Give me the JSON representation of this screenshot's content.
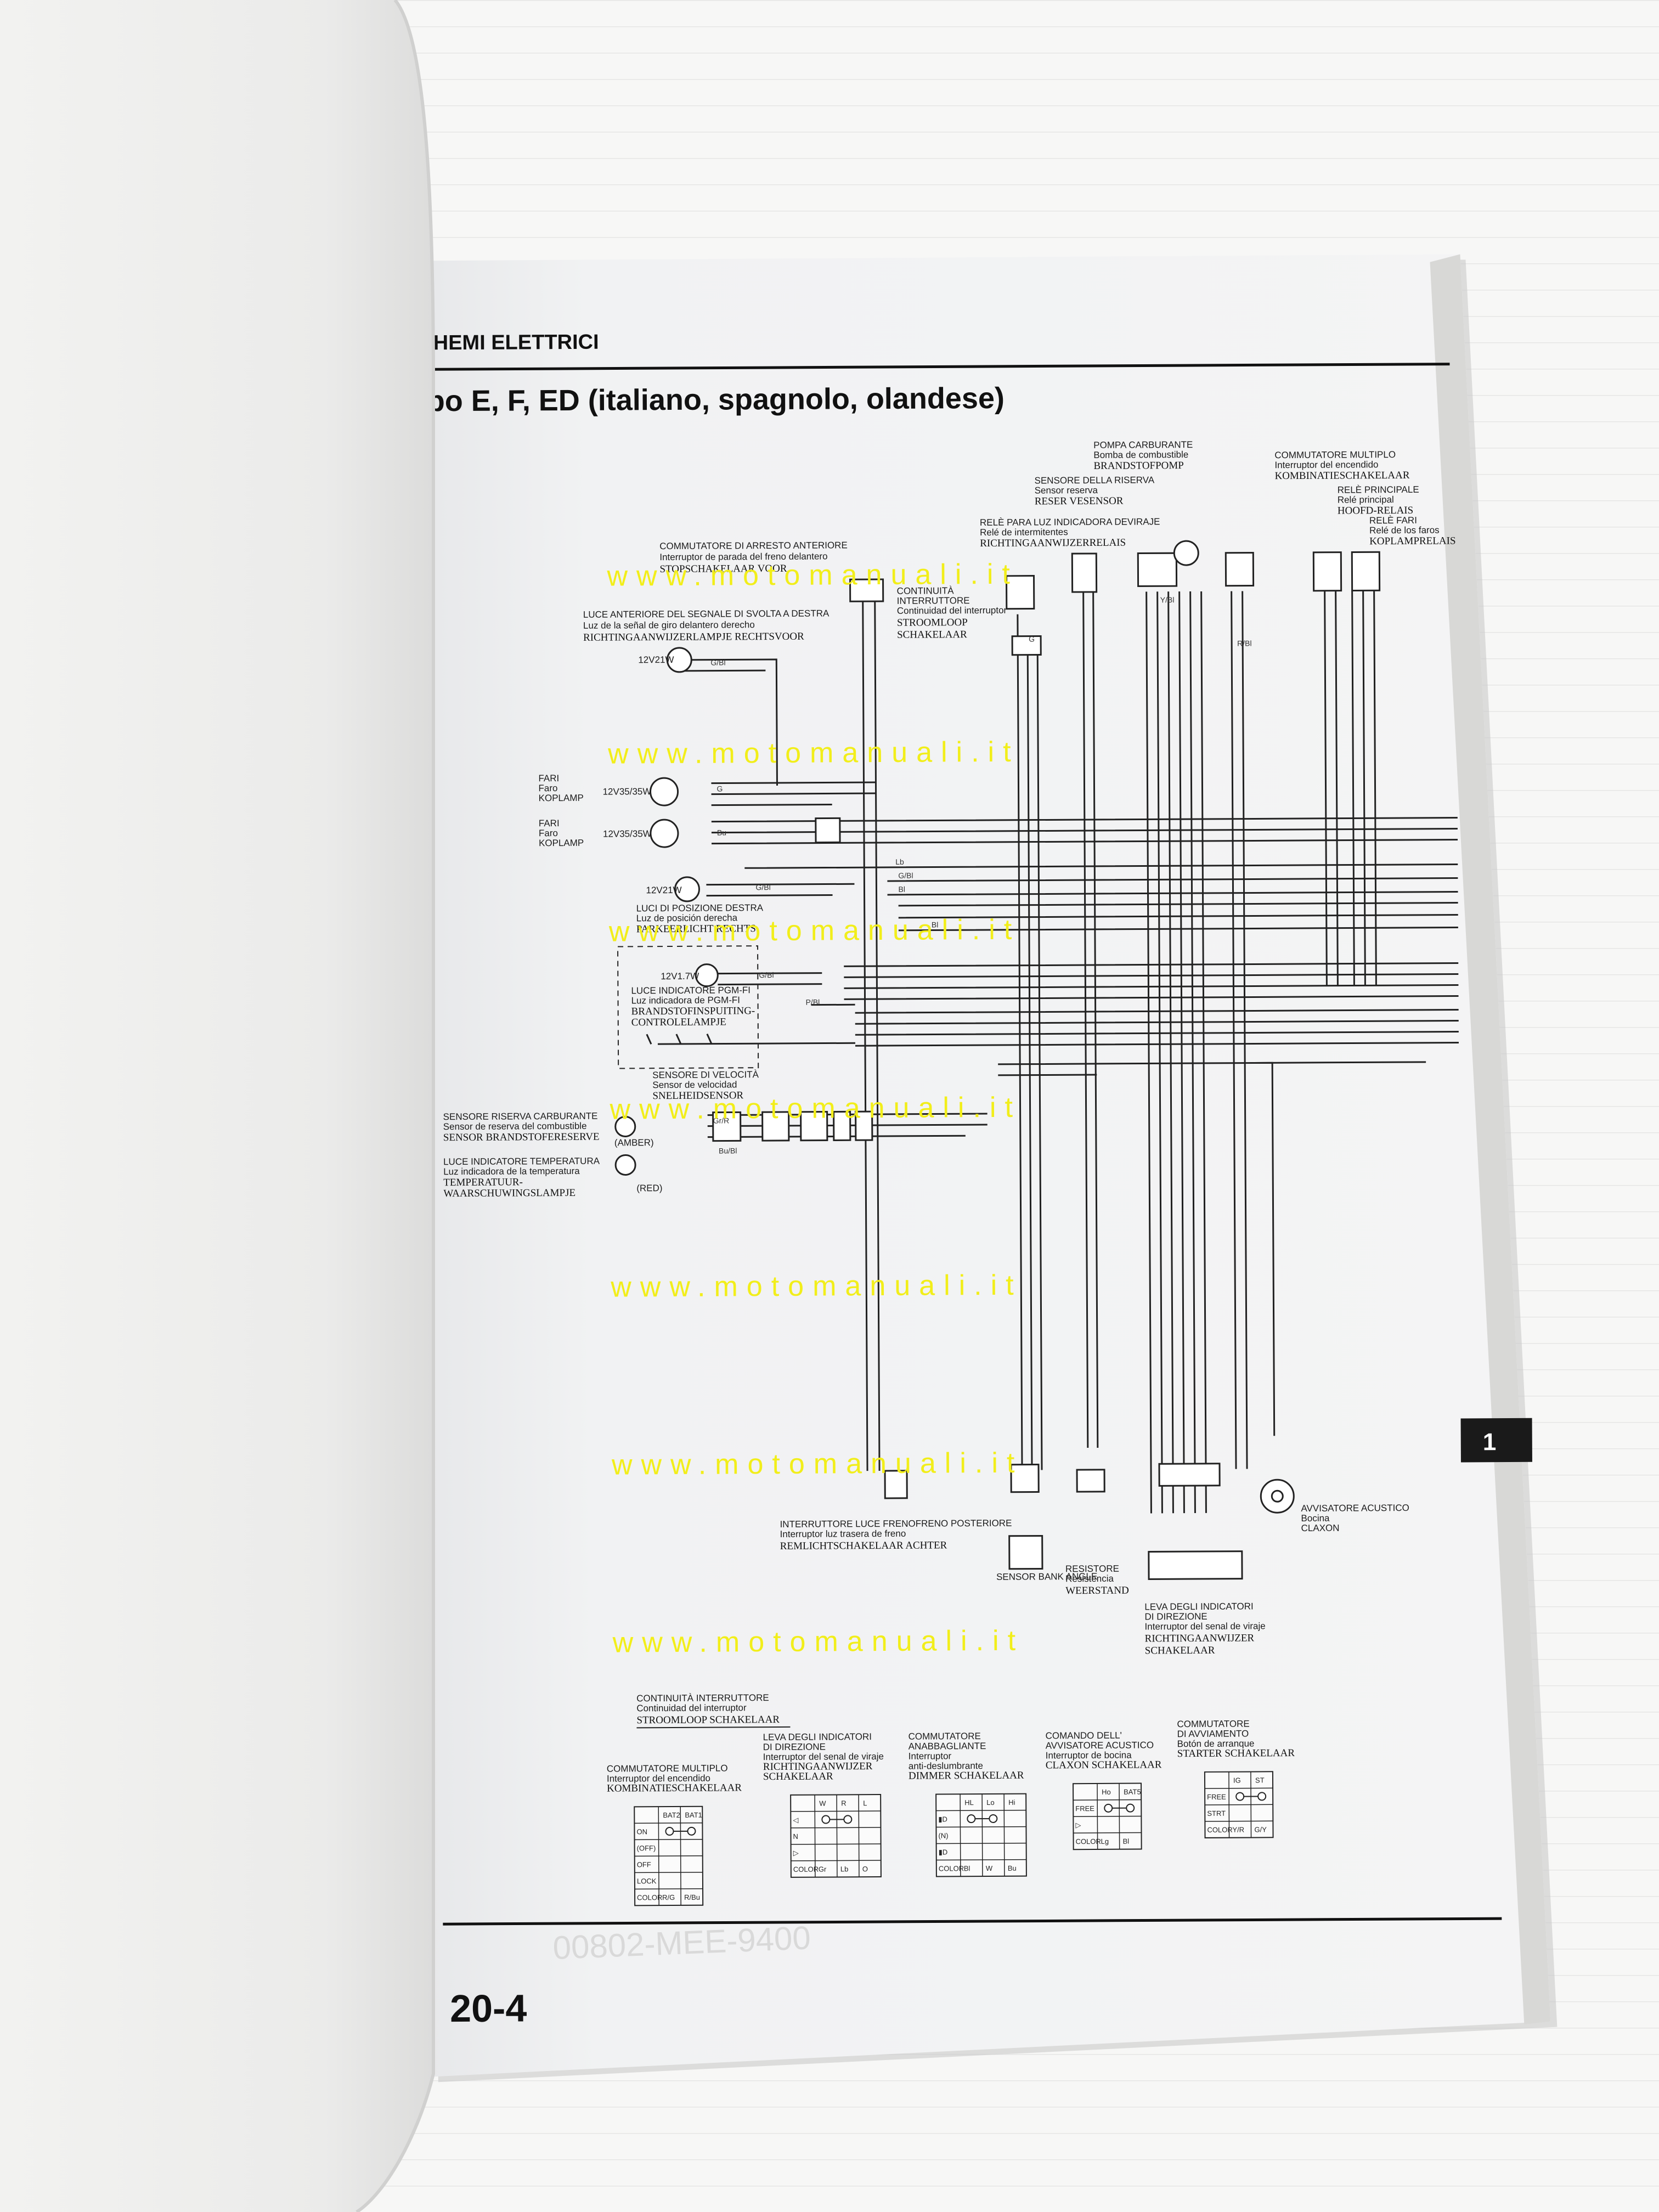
{
  "header": {
    "section": "CHEMI ELETTRICI",
    "title": "ipo E, F, ED (italiano, spagnolo, olandese)"
  },
  "page_number": "20-4",
  "side_tab": "1",
  "watermark": "www.motomanuali.it",
  "components": {
    "front_brake_switch": [
      "COMMUTATORE DI ARRESTO ANTERIORE",
      "Interruptor de parada del freno delantero",
      "STOPSCHAKELAAR VOOR"
    ],
    "continuity": [
      "CONTINUITÀ",
      "INTERRUTTORE",
      "Continuidad del interruptor",
      "STROOMLOOP",
      "SCHAKELAAR"
    ],
    "front_right_turn": [
      "LUCE ANTERIORE DEL SEGNALE DI SVOLTA A DESTRA",
      "Luz de la señal de giro delantero derecho",
      "RICHTINGAANWIJZERLAMPJE RECHTSVOOR"
    ],
    "headlight1": [
      "FARI",
      "Faro",
      "KOPLAMP"
    ],
    "headlight2": [
      "FARI",
      "Faro",
      "KOPLAMP"
    ],
    "position_right": [
      "LUCI DI POSIZIONE DESTRA",
      "Luz de posición derecha",
      "PARKEERLICHT RECHTS"
    ],
    "pgmfi_light": [
      "LUCE INDICATORE PGM-FI",
      "Luz indicadora de PGM-FI",
      "BRANDSTOFINSPUITING-",
      "CONTROLELAMPJE"
    ],
    "speed_sensor": [
      "SENSORE DI VELOCITÀ",
      "Sensor de velocidad",
      "SNELHEIDSENSOR"
    ],
    "fuel_reserve_sensor": [
      "SENSORE RISERVA CARBURANTE",
      "Sensor de reserva del combustible",
      "SENSOR BRANDSTOFERESERVE"
    ],
    "temp_light": [
      "LUCE INDICATORE TEMPERATURA",
      "Luz indicadora de la temperatura",
      "TEMPERATUUR-",
      "WAARSCHUWINGSLAMPJE"
    ],
    "fuel_pump": [
      "POMPA CARBURANTE",
      "Bomba de combustible",
      "BRANDSTOFPOMP"
    ],
    "reserve_sensor": [
      "SENSORE DELLA RISERVA",
      "Sensor reserva",
      "RESER VESENSOR"
    ],
    "turn_relay": [
      "RELÈ PARA LUZ INDICADORA DEVIRAJE",
      "Relé de intermitentes",
      "RICHTINGAANWIJZERRELAIS"
    ],
    "ignition_switch": [
      "COMMUTATORE MULTIPLO",
      "Interruptor del encendido",
      "KOMBINATIESCHAKELAAR"
    ],
    "main_relay": [
      "RELÈ PRINCIPALE",
      "Relé principal",
      "HOOFD-RELAIS"
    ],
    "headlight_relay": [
      "RELÈ FARI",
      "Relé de los faros",
      "KOPLAMPRELAIS"
    ],
    "rear_brake_switch": [
      "INTERRUTTORE LUCE FRENOFRENO POSTERIORE",
      "Interruptor luz trasera de freno",
      "REMLICHTSCHAKELAAR ACHTER"
    ],
    "resistor": [
      "RESISTORE",
      "Resistencia",
      "WEERSTAND"
    ],
    "turn_lever": [
      "LEVA DEGLI INDICATORI",
      "DI DIREZIONE",
      "Interruptor del senal de viraje",
      "RICHTINGAANWIJZER",
      "SCHAKELAAR"
    ],
    "horn": [
      "AVVISATORE ACUSTICO",
      "Bocina",
      "CLAXON"
    ],
    "lamp_ratings": {
      "turn": "12V21W",
      "head1": "12V35/35W",
      "head2": "12V35/35W",
      "position": "12V21W",
      "pgmfi": "12V1.7W"
    },
    "sensor_tags": {
      "amber": "(AMBER)",
      "red": "(RED)",
      "bank_angle": "SENSOR BANK ANGLE"
    }
  },
  "switch_tables": {
    "heading": [
      "CONTINUITÀ INTERRUTTORE",
      "Continuidad del interruptor",
      "STROOMLOOP SCHAKELAAR"
    ],
    "tables": [
      {
        "title": [
          "COMMUTATORE MULTIPLO",
          "Interruptor del encendido",
          "KOMBINATIESCHAKELAAR"
        ],
        "columns": [
          "BAT2",
          "BAT1"
        ],
        "rows": [
          "ON",
          "(OFF)",
          "OFF",
          "LOCK",
          "COLOR"
        ],
        "colors": [
          "R/G",
          "R/Bu"
        ]
      },
      {
        "title": [
          "LEVA DEGLI INDICATORI",
          "DI DIREZIONE",
          "Interruptor del senal de viraje",
          "RICHTINGAANWIJZER",
          "SCHAKELAAR"
        ],
        "columns": [
          "W",
          "R",
          "L"
        ],
        "rows": [
          "◁",
          "N",
          "▷",
          "COLOR"
        ],
        "colors": [
          "Gr",
          "Lb",
          "O"
        ]
      },
      {
        "title": [
          "COMMUTATORE",
          "ANABBAGLIANTE",
          "Interruptor",
          "anti-deslumbrante",
          "DIMMER SCHAKELAAR"
        ],
        "columns": [
          "HL",
          "Lo",
          "Hi"
        ],
        "rows": [
          "▮D",
          "(N)",
          "▮D",
          "COLOR"
        ],
        "colors": [
          "Bl",
          "W",
          "Bu"
        ]
      },
      {
        "title": [
          "COMANDO DELL'",
          "AVVISATORE ACUSTICO",
          "Interruptor de bocina",
          "CLAXON SCHAKELAAR"
        ],
        "columns": [
          "Ho",
          "BAT5"
        ],
        "rows": [
          "FREE",
          "▷",
          "COLOR"
        ],
        "colors": [
          "Lg",
          "Bl"
        ]
      },
      {
        "title": [
          "COMMUTATORE",
          "DI AVVIAMENTO",
          "Botón de arranque",
          "STARTER SCHAKELAAR"
        ],
        "columns": [
          "IG",
          "ST"
        ],
        "rows": [
          "FREE",
          "STRT",
          "COLOR"
        ],
        "colors": [
          "Y/R",
          "G/Y"
        ]
      }
    ]
  },
  "stamp": "00802-MEE-9400"
}
